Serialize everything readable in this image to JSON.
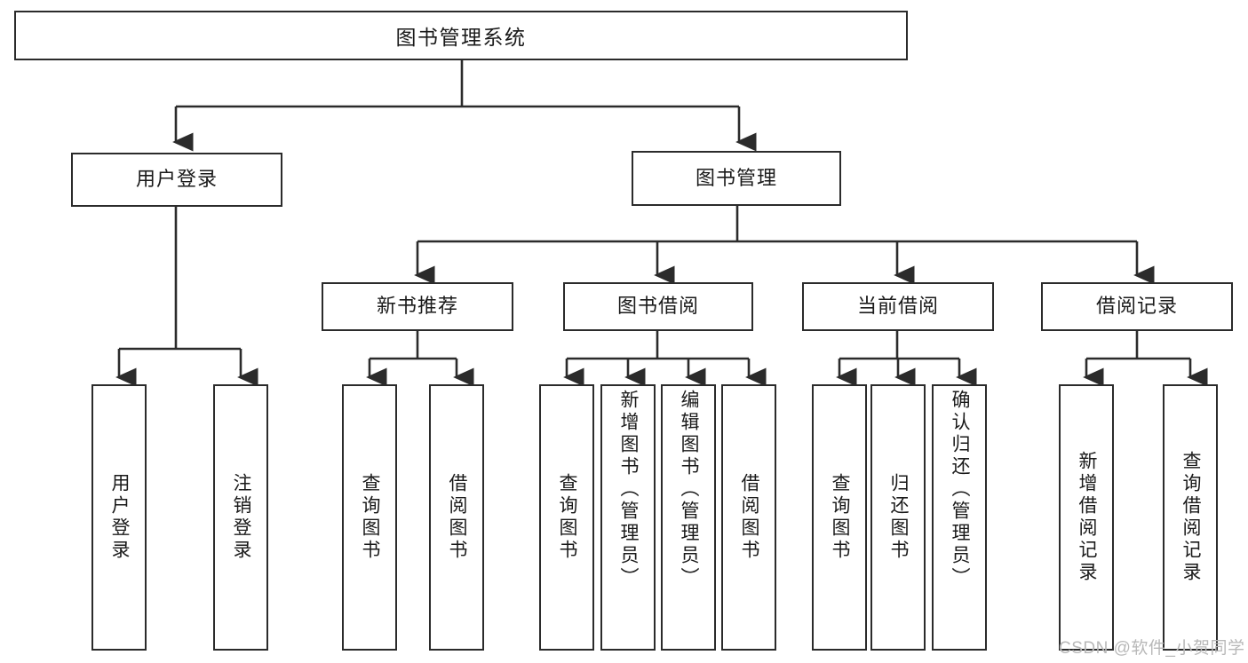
{
  "diagram": {
    "type": "tree-hierarchy-chart",
    "title": "图书管理系统",
    "root": {
      "id": "root",
      "label": "图书管理系统"
    },
    "level2": [
      {
        "id": "user-login",
        "label": "用户登录"
      },
      {
        "id": "book-admin",
        "label": "图书管理"
      }
    ],
    "level3": [
      {
        "id": "new-book-rec",
        "label": "新书推荐",
        "parent": "book-admin"
      },
      {
        "id": "book-borrow",
        "label": "图书借阅",
        "parent": "book-admin"
      },
      {
        "id": "current-borrow",
        "label": "当前借阅",
        "parent": "book-admin"
      },
      {
        "id": "borrow-record",
        "label": "借阅记录",
        "parent": "book-admin"
      }
    ],
    "leaves": [
      {
        "id": "leaf-user-login",
        "label": "用户登录",
        "parent": "user-login"
      },
      {
        "id": "leaf-user-logout",
        "label": "注销登录",
        "parent": "user-login"
      },
      {
        "id": "leaf-query-book-1",
        "label": "查询图书",
        "parent": "new-book-rec"
      },
      {
        "id": "leaf-borrow-book-1",
        "label": "借阅图书",
        "parent": "new-book-rec"
      },
      {
        "id": "leaf-query-book-2",
        "label": "查询图书",
        "parent": "book-borrow"
      },
      {
        "id": "leaf-add-book",
        "label": "新增图书（管理员）",
        "parent": "book-borrow"
      },
      {
        "id": "leaf-edit-book",
        "label": "编辑图书（管理员）",
        "parent": "book-borrow"
      },
      {
        "id": "leaf-borrow-book-2",
        "label": "借阅图书",
        "parent": "book-borrow"
      },
      {
        "id": "leaf-query-book-3",
        "label": "查询图书",
        "parent": "current-borrow"
      },
      {
        "id": "leaf-return-book",
        "label": "归还图书",
        "parent": "current-borrow"
      },
      {
        "id": "leaf-confirm-return",
        "label": "确认归还（管理员）",
        "parent": "current-borrow"
      },
      {
        "id": "leaf-add-record",
        "label": "新增借阅记录",
        "parent": "borrow-record"
      },
      {
        "id": "leaf-query-record",
        "label": "查询借阅记录",
        "parent": "borrow-record"
      }
    ],
    "colors": {
      "stroke": "#2b2b2b",
      "fill": "#ffffff",
      "text": "#1a1a1a",
      "watermark": "#b8b8b8"
    }
  },
  "watermark": {
    "text": "CSDN @软件_小贺同学"
  }
}
